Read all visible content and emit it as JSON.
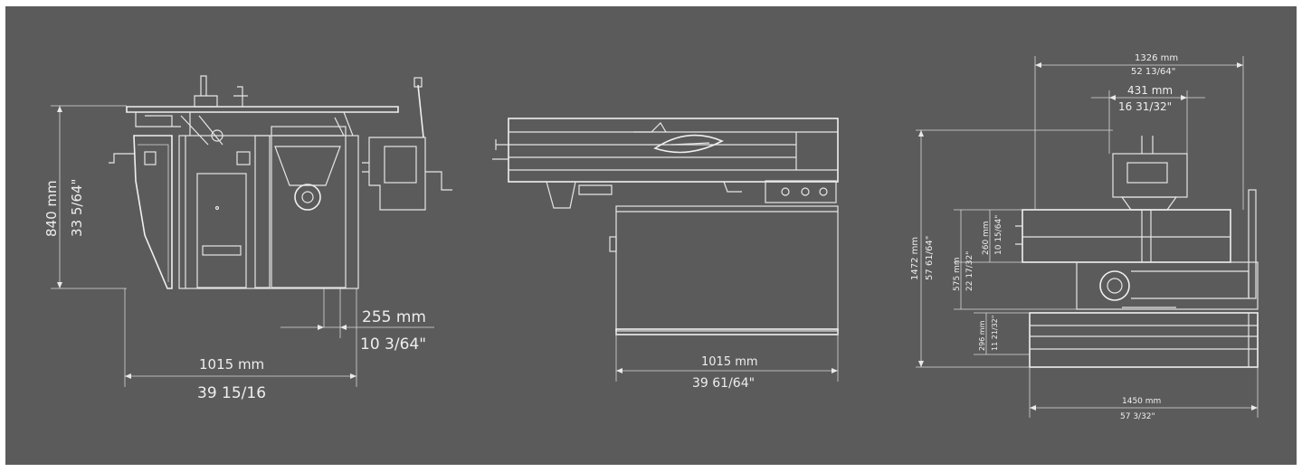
{
  "background_color": "#5b5b5b",
  "line_color": "#e6e6e6",
  "views": [
    {
      "name": "front-view",
      "dimensions": {
        "height_mm": "840 mm",
        "height_in": "33 5/64\"",
        "width_mm": "1015 mm",
        "width_in": "39 15/16",
        "offset_mm": "255 mm",
        "offset_in": "10 3/64\""
      }
    },
    {
      "name": "side-view",
      "dimensions": {
        "width_mm": "1015 mm",
        "width_in": "39 61/64\""
      }
    },
    {
      "name": "top-view",
      "dimensions": {
        "width_top_mm": "1326 mm",
        "width_top_in": "52 13/64\"",
        "inner_width_mm": "431 mm",
        "inner_width_in": "16 31/32\"",
        "height_mm": "1472 mm",
        "height_in": "57 61/64\"",
        "h2_mm": "260 mm",
        "h2_in": "10 15/64\"",
        "h3_mm": "575 mm",
        "h3_in": "22 17/32\"",
        "h4_mm": "296 mm",
        "h4_in": "11 21/32\"",
        "width_bottom_mm": "1450 mm",
        "width_bottom_in": "57 3/32\""
      }
    }
  ]
}
